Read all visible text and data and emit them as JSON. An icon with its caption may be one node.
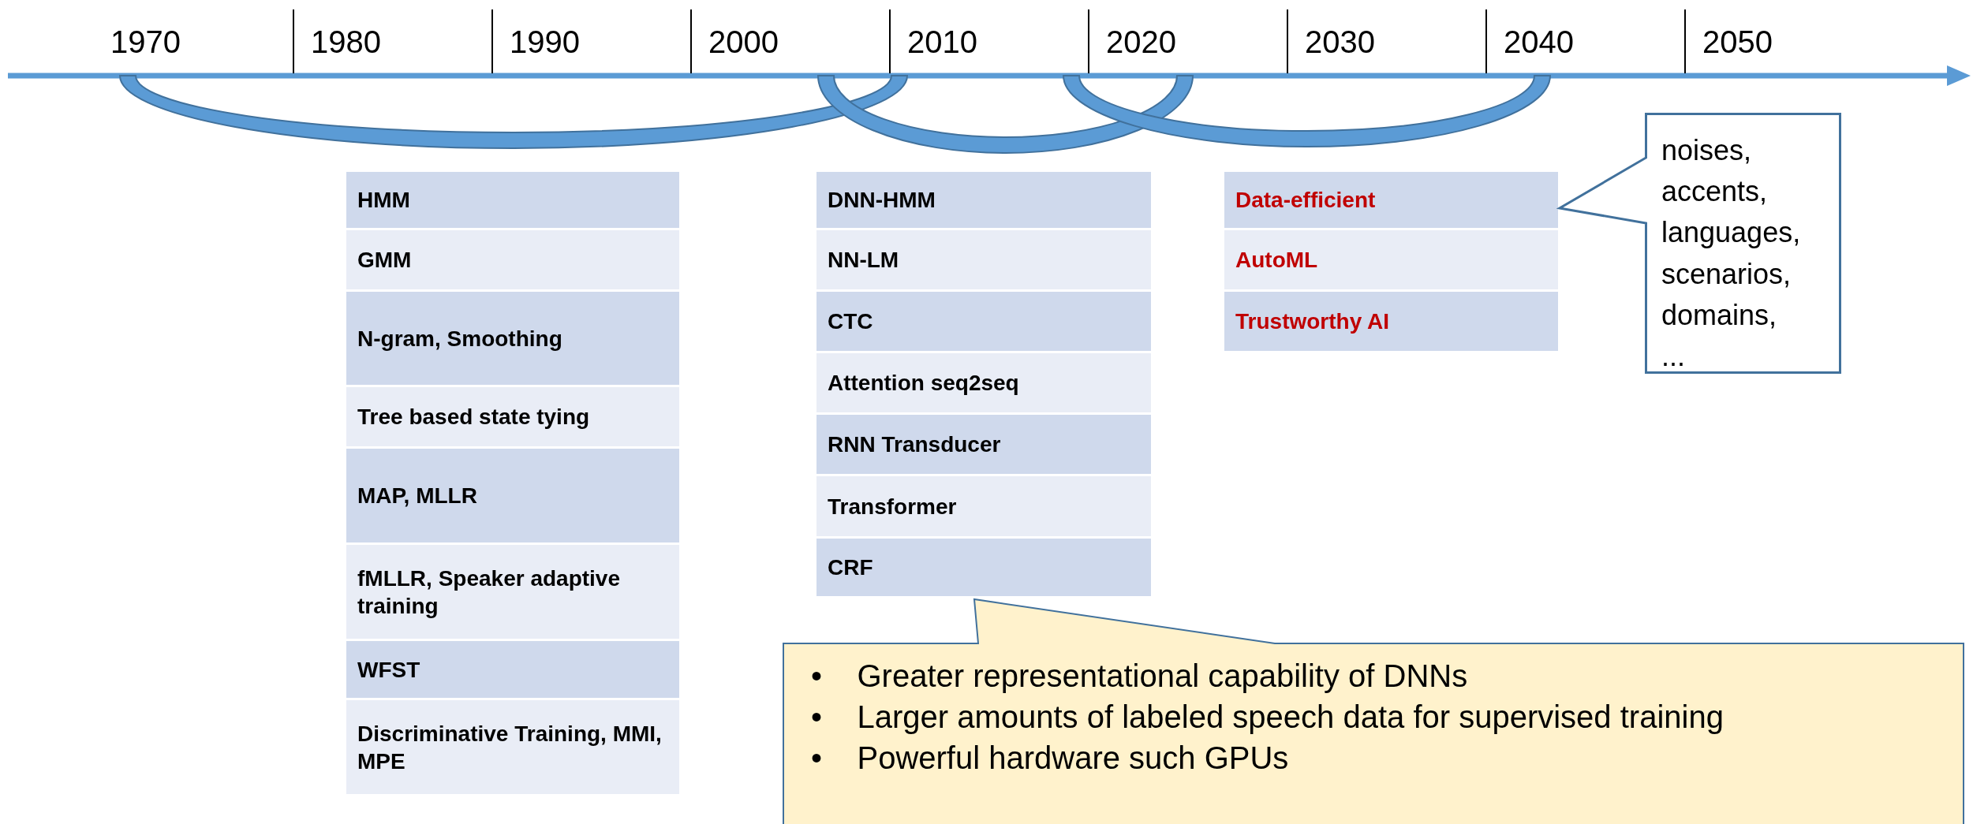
{
  "diagram": {
    "nodes": [
      {
        "text": [
          "HMM"
        ]
      },
      {
        "text": [
          "GMM"
        ]
      },
      {
        "text": [
          "N-gram, Smoothing"
        ]
      },
      {
        "text": [
          "Tree based state tying"
        ]
      },
      {
        "text": [
          "MAP, MLLR"
        ]
      },
      {
        "text": [
          "fMLLR, Speaker adaptive training"
        ]
      },
      {
        "text": [
          "WFST"
        ]
      },
      {
        "text": [
          "Discriminative Training, MMI, MPE"
        ]
      },
      {
        "text": [
          "DNN-HMM"
        ]
      },
      {
        "text": [
          "NN-LM"
        ]
      },
      {
        "text": [
          "CTC"
        ]
      },
      {
        "text": [
          "Attention seq2seq"
        ]
      },
      {
        "text": [
          "RNN Transducer"
        ]
      },
      {
        "text": [
          "Transformer"
        ]
      },
      {
        "text": [
          "CRF"
        ]
      },
      {
        "text": [
          "Data-efficient"
        ]
      },
      {
        "text": [
          "AutoML"
        ]
      },
      {
        "text": [
          "Trustworthy AI"
        ]
      },
      {
        "text": [
          "noises, accents, languages, scenarios, domains, ..."
        ]
      },
      {
        "text": [
          "• Greater representational capability of DNNs",
          "• Larger amounts of labeled speech data for supervised training",
          "• Powerful hardware such GPUs"
        ]
      }
    ],
    "labels": [
      "1970",
      "1980",
      "1990",
      "2000",
      "2010",
      "2020",
      "2030",
      "2040",
      "2050"
    ]
  }
}
